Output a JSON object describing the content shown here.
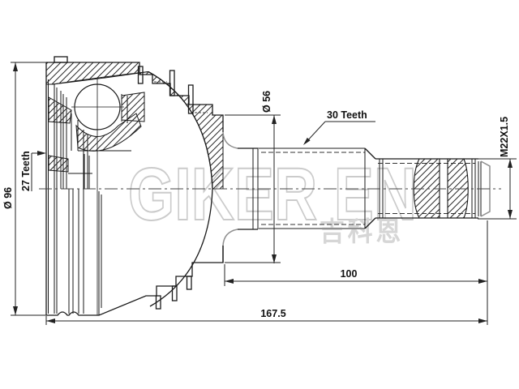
{
  "drawing": {
    "kind": "cv-joint-outer-technical-drawing",
    "labels": {
      "dia_outer": "Ø 96",
      "teeth_inner": "27 Teeth",
      "dia_seat": "Ø 56",
      "teeth_outer": "30 Teeth",
      "thread": "M22X1.5",
      "len_shaft": "100",
      "len_total": "167.5"
    },
    "watermark": {
      "brand": "GIKER EN",
      "brand_cn": "吉科恩"
    },
    "colors": {
      "line": "#1a1a1a",
      "gray_line": "#8f8f8f",
      "watermark": "#cbcbcb",
      "watermark_cn": "#d6d6d6",
      "background": "#ffffff"
    }
  }
}
